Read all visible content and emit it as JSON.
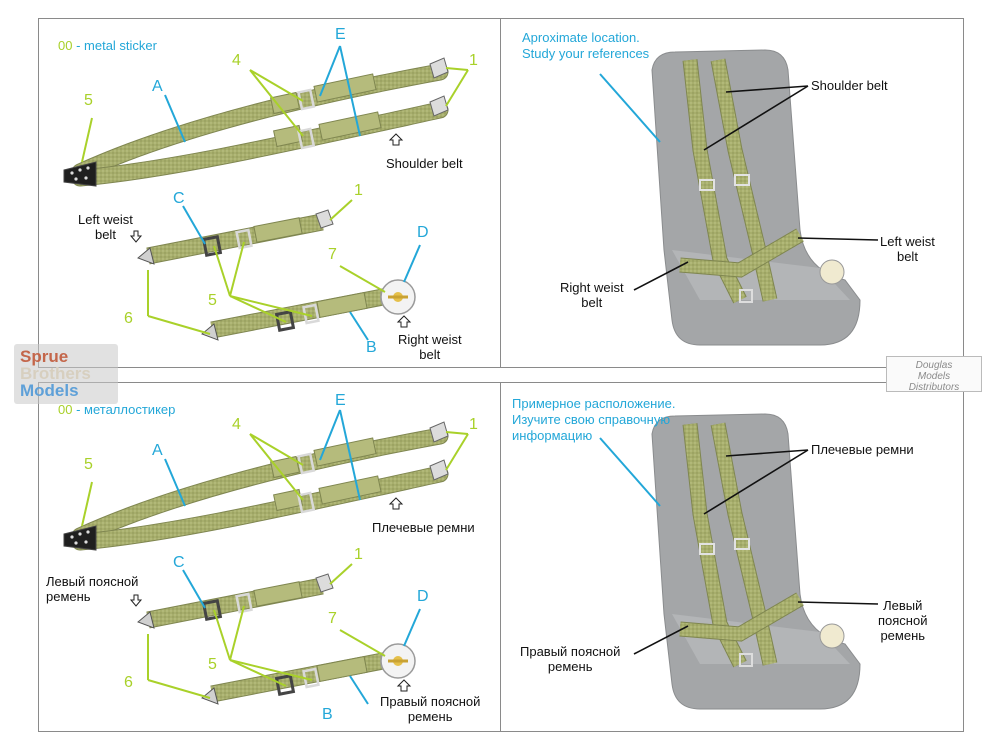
{
  "panels": [
    {
      "legend_code": "00",
      "legend_text": "- metal sticker",
      "parts": {
        "A": "A",
        "B": "B",
        "C": "C",
        "D": "D",
        "E": "E"
      },
      "numbers": {
        "one_top": "1",
        "one_lap": "1",
        "four": "4",
        "five_top": "5",
        "five_lap": "5",
        "six": "6",
        "seven": "7"
      },
      "shoulder_belt": "Shoulder belt",
      "left_waist_belt": "Left weist\nbelt",
      "right_waist_belt": "Right weist\nbelt",
      "location_note": "Aproximate location.\nStudy your references",
      "seat_shoulder": "Shoulder belt",
      "seat_left": "Left weist\nbelt",
      "seat_right": "Right weist\nbelt"
    },
    {
      "legend_code": "00",
      "legend_text": "- металлостикер",
      "parts": {
        "A": "A",
        "B": "B",
        "C": "C",
        "D": "D",
        "E": "E"
      },
      "numbers": {
        "one_top": "1",
        "one_lap": "1",
        "four": "4",
        "five_top": "5",
        "five_lap": "5",
        "six": "6",
        "seven": "7"
      },
      "shoulder_belt": "Плечевые ремни",
      "left_waist_belt": "Левый поясной\nремень",
      "right_waist_belt": "Правый поясной\nремень",
      "location_note": "Примерное расположение.\nИзучите свою справочную\nинформацию",
      "seat_shoulder": "Плечевые ремни",
      "seat_left": "Левый\nпоясной\nремень",
      "seat_right": "Правый поясной\nремень"
    }
  ],
  "watermark_left": "Sprue Brothers Models",
  "watermark_right": "Douglas Models Distributors",
  "colors": {
    "belt": "#a7ae6c",
    "belt_dark": "#7f8650",
    "lime": "#a9d12a",
    "blue": "#23a7d8",
    "seat": "#a4a6a8"
  }
}
